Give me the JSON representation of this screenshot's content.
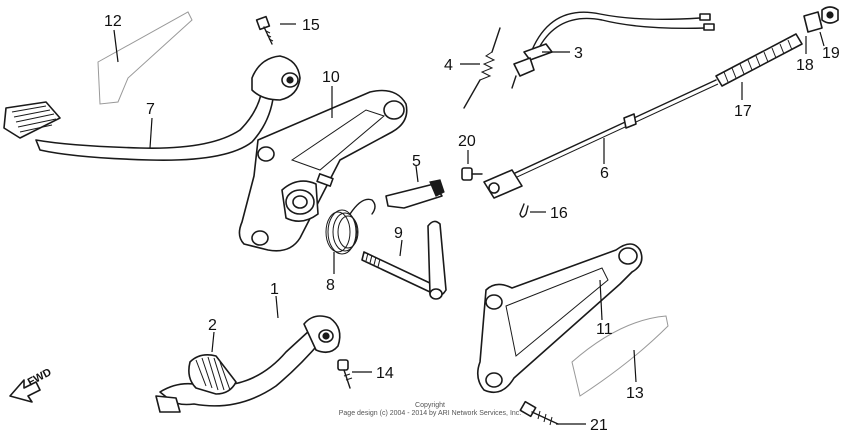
{
  "callouts": {
    "c1": "1",
    "c2": "2",
    "c3": "3",
    "c4": "4",
    "c5": "5",
    "c6": "6",
    "c7": "7",
    "c8": "8",
    "c9": "9",
    "c10": "10",
    "c11": "11",
    "c12": "12",
    "c13": "13",
    "c14": "14",
    "c15": "15",
    "c16": "16",
    "c17": "17",
    "c18": "18",
    "c19": "19",
    "c20": "20",
    "c21": "21"
  },
  "direction_label": "FWD",
  "copyright": {
    "line1": "Copyright",
    "line2": "Page design (c) 2004 - 2014 by ARI Network Services, Inc."
  }
}
